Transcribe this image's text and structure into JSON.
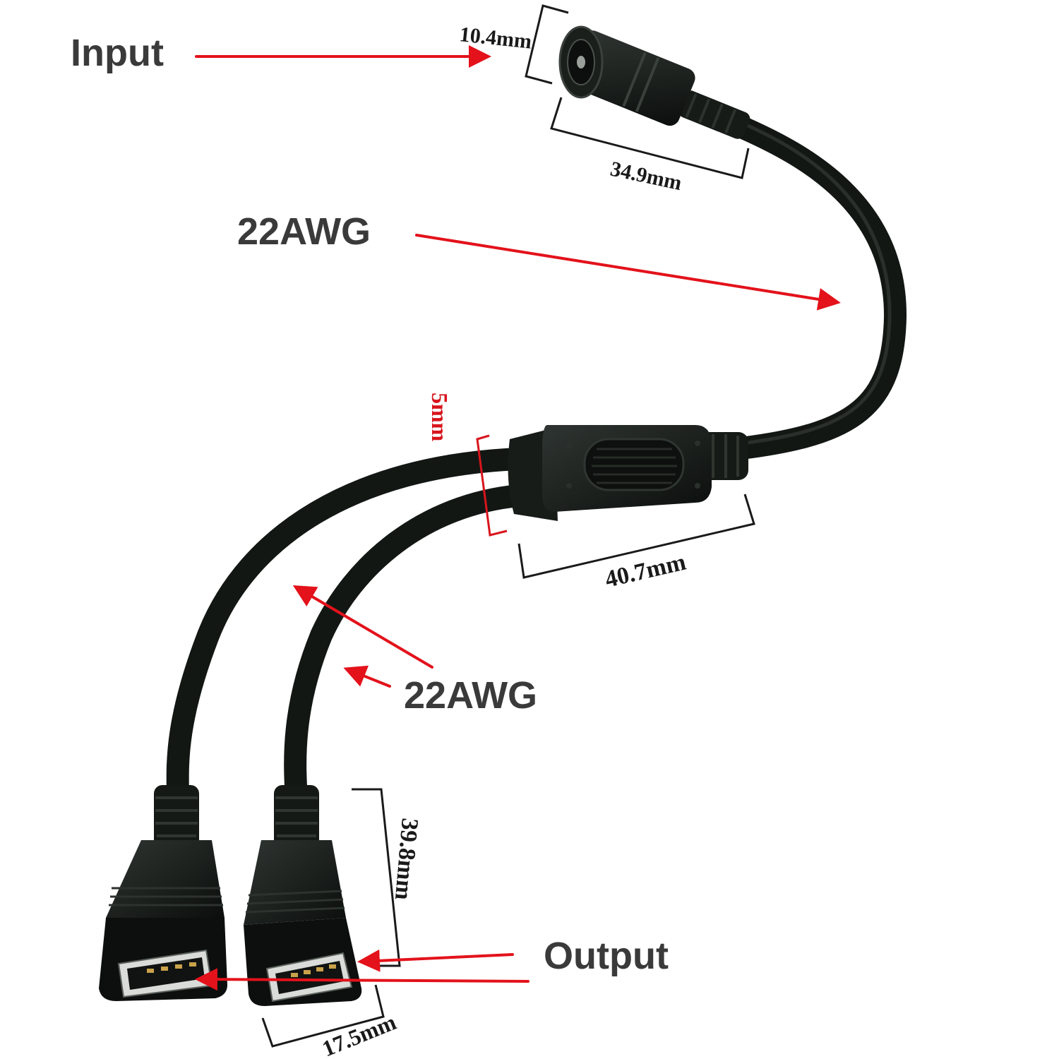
{
  "labels": {
    "input": "Input",
    "cable_main": "22AWG",
    "cable_branch": "22AWG",
    "output": "Output"
  },
  "dimensions": {
    "dc_jack_diameter": "10.4mm",
    "dc_jack_length": "34.9mm",
    "branch_cable_diameter": "5mm",
    "splitter_length": "40.7mm",
    "usb_length": "39.8mm",
    "usb_width": "17.5mm"
  },
  "colors": {
    "arrow": "#e3121b",
    "cable": "#141a17",
    "label_text": "#3a3a3a",
    "dimension_red": "#d8141c"
  }
}
